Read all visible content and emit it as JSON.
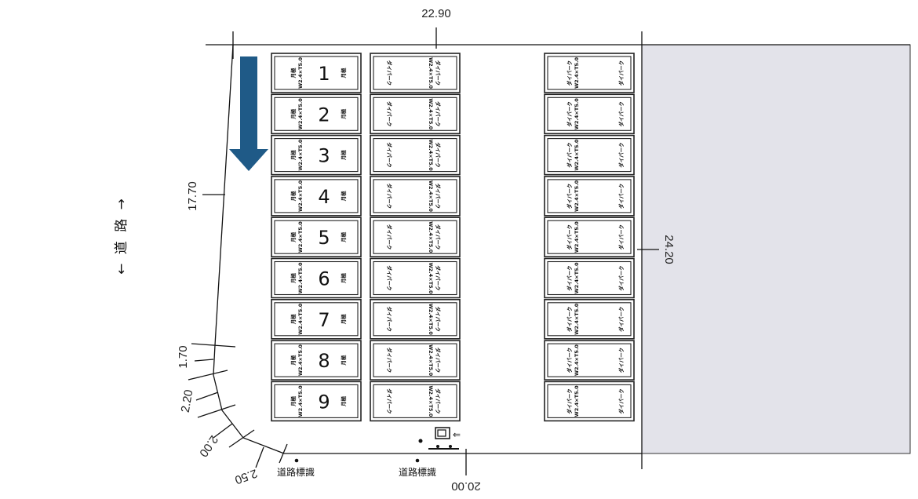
{
  "dimensions": {
    "top": "22.90",
    "left": "17.70",
    "right": "24.20",
    "bottom": "20.00",
    "corner_1": "1.70",
    "corner_2": "2.20",
    "corner_3": "2.00",
    "corner_4": "2.50"
  },
  "road_label": "← 道 路 →",
  "road_signs": [
    "道路標識",
    "道路標識"
  ],
  "colors": {
    "arrow": "#1f5a87",
    "neighbor_lot": "#e3e3ea"
  },
  "columns": [
    {
      "name": "monthly",
      "label_a": "月極",
      "size": "W2.4×T5.0",
      "label_b": "月極",
      "spaces": [
        "1",
        "2",
        "3",
        "4",
        "5",
        "6",
        "7",
        "8",
        "9"
      ]
    },
    {
      "name": "daipark-middle",
      "label_a": "ダイパーク",
      "size": "W2.4×T5.0",
      "label_b": "ダイパーク",
      "spaces": [
        "",
        "",
        "",
        "",
        "",
        "",
        "",
        "",
        ""
      ]
    },
    {
      "name": "daipark-right",
      "label_a": "ダイパーク",
      "size": "W2.4×T5.0",
      "label_b": "ダイパーク",
      "spaces": [
        "",
        "",
        "",
        "",
        "",
        "",
        "",
        "",
        ""
      ]
    }
  ]
}
